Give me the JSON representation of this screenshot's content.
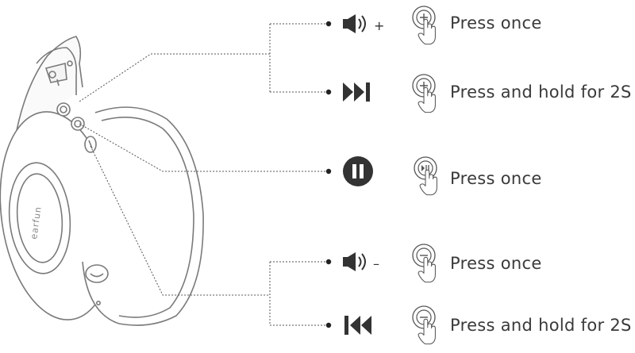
{
  "brand": "earfun",
  "controls": [
    {
      "symbol": "volume-up-icon",
      "symbol_text": "+",
      "button": "plus-button-icon",
      "instruction": "Press once"
    },
    {
      "symbol": "next-track-icon",
      "button": "plus-button-icon",
      "instruction": "Press and hold for 2S"
    },
    {
      "symbol": "pause-icon",
      "button": "play-pause-button-icon",
      "instruction": "Press once"
    },
    {
      "symbol": "volume-down-icon",
      "symbol_text": "–",
      "button": "minus-button-icon",
      "instruction": "Press once"
    },
    {
      "symbol": "previous-track-icon",
      "button": "minus-button-icon",
      "instruction": "Press and hold for 2S"
    }
  ]
}
